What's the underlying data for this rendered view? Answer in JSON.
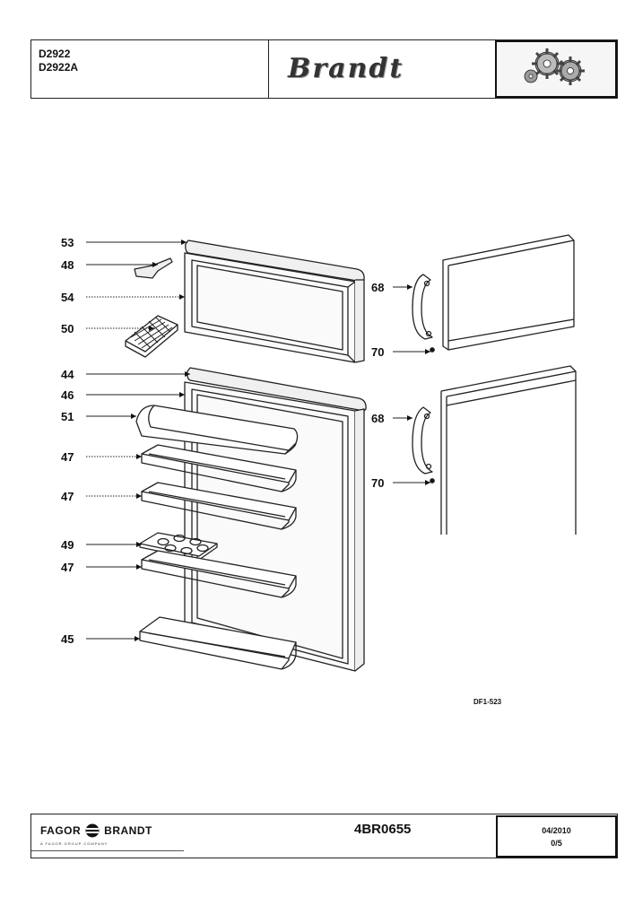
{
  "header": {
    "models": [
      "D2922",
      "D2922A"
    ],
    "brand": "Brandt"
  },
  "callouts": {
    "c53": "53",
    "c48": "48",
    "c54": "54",
    "c50": "50",
    "c44": "44",
    "c46": "46",
    "c51": "51",
    "c47a": "47",
    "c47b": "47",
    "c49": "49",
    "c47c": "47",
    "c45": "45",
    "c68a": "68",
    "c70a": "70",
    "c68b": "68",
    "c70b": "70"
  },
  "drawing_ref": "DF1-523",
  "footer": {
    "company_left": "FAGOR",
    "company_right": "BRANDT",
    "company_sub": "A FAGOR GROUP COMPANY",
    "doc_number": "4BR0655",
    "date": "04/2010",
    "page": "0/5"
  }
}
